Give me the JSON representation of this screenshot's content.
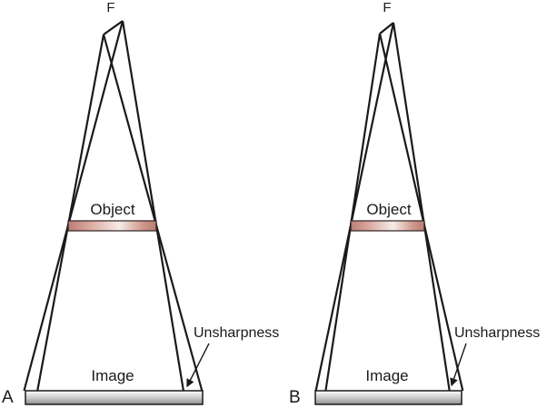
{
  "figure": {
    "background": "#ffffff",
    "ray_line_color": "#1a1a1a",
    "text_color": "#1a1a1a",
    "object_bar_edge_color": "#b97e74",
    "object_bar_center_color": "#f6ece8",
    "object_bar_border_color": "#2f2220",
    "image_bar_top_color": "#ffffff",
    "image_bar_bottom_color": "#8f8f8f",
    "image_bar_border_color": "#1a1a1a"
  },
  "panels": [
    {
      "panel_label": "A",
      "focal_spot_label": "F",
      "object_label": "Object",
      "image_label": "Image",
      "unsharpness_label": "Unsharpness"
    },
    {
      "panel_label": "B",
      "focal_spot_label": "F",
      "object_label": "Object",
      "image_label": "Image",
      "unsharpness_label": "Unsharpness"
    }
  ]
}
